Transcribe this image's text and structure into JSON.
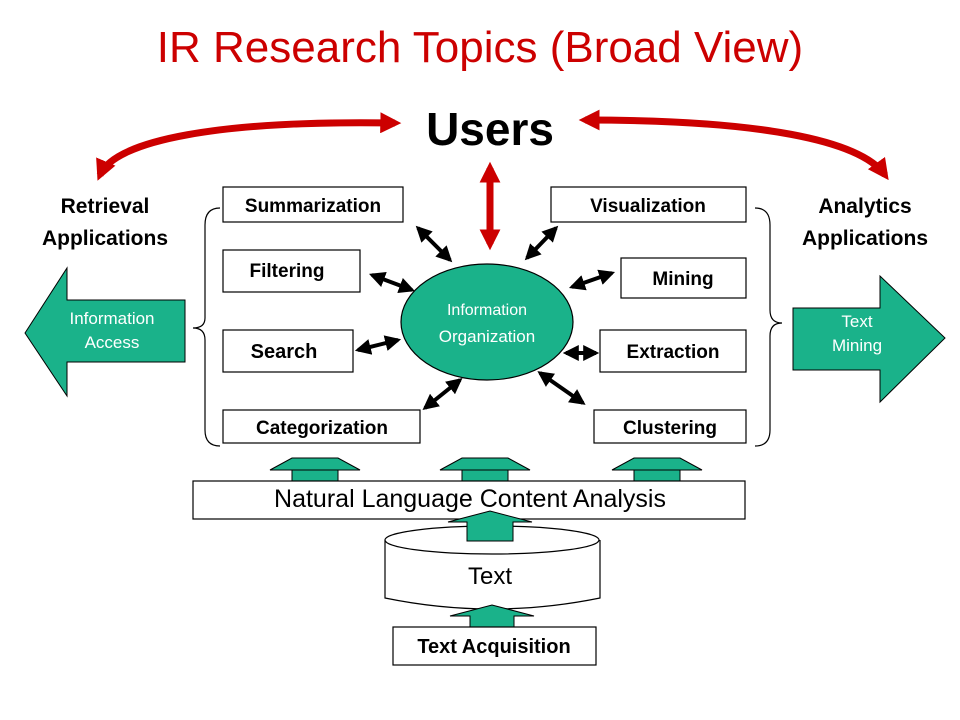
{
  "title": "IR Research Topics (Broad View)",
  "users": "Users",
  "left_header": [
    "Retrieval",
    "Applications"
  ],
  "right_header": [
    "Analytics",
    "Applications"
  ],
  "left_arrow_text": [
    "Information",
    "Access"
  ],
  "right_arrow_text": [
    "Text",
    "Mining"
  ],
  "center": [
    "Information",
    "Organization"
  ],
  "tasks": {
    "summarization": "Summarization",
    "filtering": "Filtering",
    "search": "Search",
    "categorization": "Categorization",
    "visualization": "Visualization",
    "mining": "Mining",
    "extraction": "Extraction",
    "clustering": "Clustering"
  },
  "nlca": "Natural Language Content Analysis",
  "text": "Text",
  "text_acquisition": "Text Acquisition",
  "colors": {
    "title": "#cc0000",
    "red_arrow": "#cc0000",
    "teal": "#1ab28a",
    "stroke": "#000000"
  }
}
